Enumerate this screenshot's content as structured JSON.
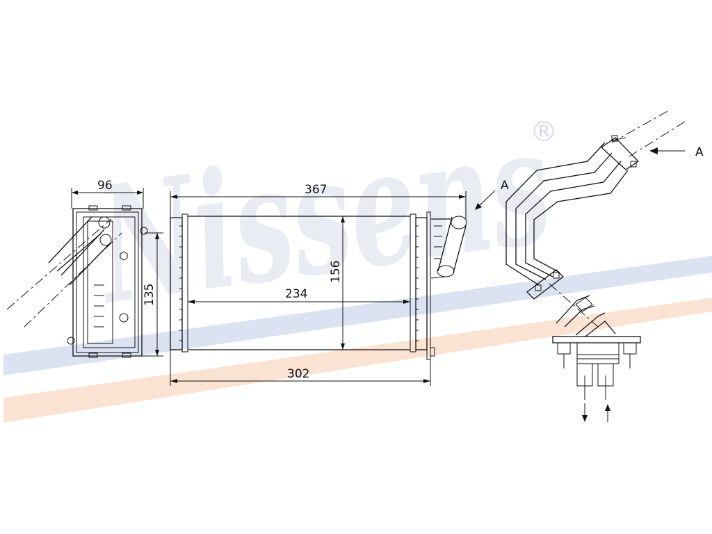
{
  "watermark": {
    "brand": "Nissens",
    "registered_mark": "®",
    "colors": {
      "text": "#d7dcea",
      "band_blue": "#dbe2f1",
      "band_orange": "#fbe3d3"
    }
  },
  "dimensions": {
    "depth": "96",
    "height": "135",
    "overall_length": "367",
    "core_height": "156",
    "core_width": "234",
    "tank_length": "302"
  },
  "view_markers": {
    "arrow_a_front": "A",
    "arrow_a_side": "A"
  }
}
